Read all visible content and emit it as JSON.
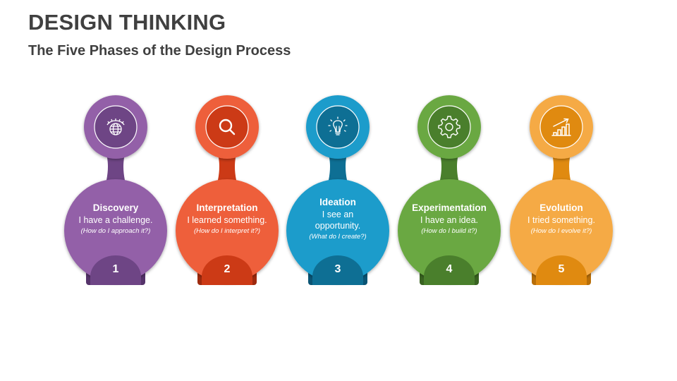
{
  "header": {
    "title": "DESIGN THINKING",
    "subtitle": "The Five Phases of the Design Process"
  },
  "phases": [
    {
      "number": "1",
      "name": "Discovery",
      "statement": "I have a challenge.",
      "question": "(How do I approach it?)",
      "icon": "globe-eye-icon",
      "color": "#9360A8",
      "dark": "#6E4585",
      "darker": "#55336A"
    },
    {
      "number": "2",
      "name": "Interpretation",
      "statement": "I learned something.",
      "question": "(How do I interpret it?)",
      "icon": "magnifier-icon",
      "color": "#EE5E3B",
      "dark": "#CC3A16",
      "darker": "#9E2A0E"
    },
    {
      "number": "3",
      "name": "Ideation",
      "statement": "I see an opportunity.",
      "question": "(What do I create?)",
      "icon": "lightbulb-icon",
      "color": "#1A9CCB",
      "dark": "#0E6F94",
      "darker": "#0A5474"
    },
    {
      "number": "4",
      "name": "Experimentation",
      "statement": "I have an idea.",
      "question": "(How do I build it?)",
      "icon": "gear-icon",
      "color": "#6AA842",
      "dark": "#4A7F2C",
      "darker": "#396321"
    },
    {
      "number": "5",
      "name": "Evolution",
      "statement": "I tried something.",
      "question": "(How do I evolve it?)",
      "icon": "growth-chart-icon",
      "color": "#F5AA45",
      "dark": "#E08A10",
      "darker": "#B86E08"
    }
  ]
}
